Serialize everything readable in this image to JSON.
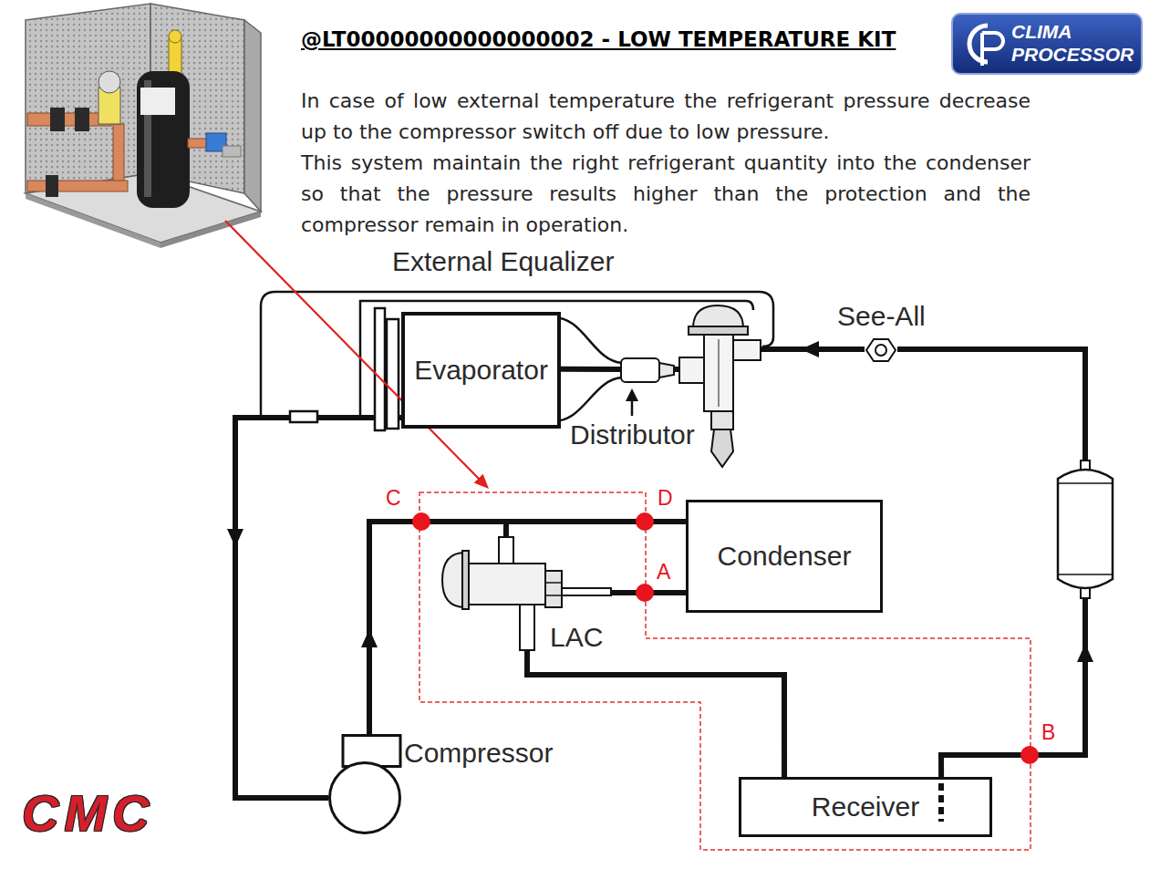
{
  "diagram": {
    "title": "@LT00000000000000002 - LOW TEMPERATURE KIT",
    "nodes": [
      {
        "text": [
          "CLIMA PROCESSOR"
        ]
      },
      {
        "text": [
          "Evaporator"
        ]
      },
      {
        "text": [
          "Distributor"
        ]
      },
      {
        "text": [
          "See-All"
        ]
      },
      {
        "text": [
          "Condenser"
        ]
      },
      {
        "text": [
          "LAC"
        ]
      },
      {
        "text": [
          "Compressor"
        ]
      },
      {
        "text": [
          "Receiver"
        ]
      }
    ],
    "edges": [
      {
        "from": 6,
        "to": 4,
        "arrow": "to"
      },
      {
        "from": 6,
        "to": 5,
        "arrow": "none"
      },
      {
        "from": 4,
        "to": 5,
        "arrow": "none"
      },
      {
        "from": 5,
        "to": 7,
        "arrow": "none"
      },
      {
        "from": 7,
        "to": 3,
        "arrow": "to"
      },
      {
        "from": 3,
        "to": 2,
        "arrow": "to"
      },
      {
        "from": 2,
        "to": 1,
        "arrow": "none"
      },
      {
        "from": 1,
        "to": 6,
        "arrow": "to"
      }
    ],
    "labels": [
      "In case of low external temperature the refrigerant pressure decrease up to the compressor switch off due to low pressure.",
      "This system maintain the right refrigerant quantity into the condenser so that the pressure results higher than the protection and the compressor remain in operation.",
      "External Equalizer",
      "C",
      "D",
      "A",
      "B",
      "CMC"
    ]
  }
}
